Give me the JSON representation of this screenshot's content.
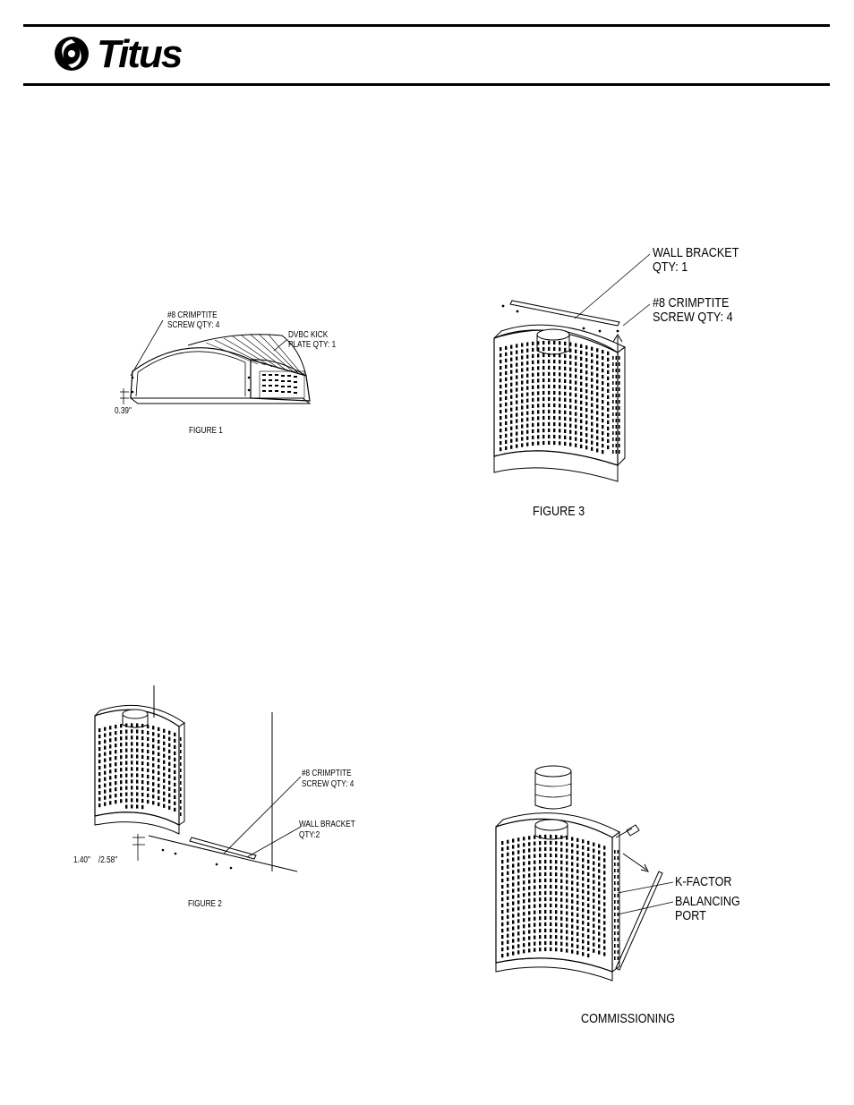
{
  "header": {
    "brand": "Titus"
  },
  "figure1": {
    "screw_label_line1": "#8 CRIMPTITE",
    "screw_label_line2": "SCREW QTY: 4",
    "kick_label_line1": "DVBC KICK",
    "kick_label_line2": "PLATE QTY: 1",
    "dimension": "0.39\"",
    "caption": "FIGURE 1"
  },
  "figure2": {
    "screw_label_line1": "#8 CRIMPTITE",
    "screw_label_line2": "SCREW QTY: 4",
    "bracket_label_line1": "WALL BRACKET",
    "bracket_label_line2": "QTY:2",
    "dimension_a": "1.40\"",
    "dimension_b": "/2.58\"",
    "caption": "FIGURE 2"
  },
  "figure3": {
    "bracket_label_line1": "WALL BRACKET",
    "bracket_label_line2": "QTY: 1",
    "screw_label_line1": "#8 CRIMPTITE",
    "screw_label_line2": "SCREW QTY: 4",
    "caption": "FIGURE 3"
  },
  "commissioning": {
    "kfactor_label": "K-FACTOR",
    "port_label_line1": "BALANCING",
    "port_label_line2": "PORT",
    "caption": "COMMISSIONING"
  }
}
